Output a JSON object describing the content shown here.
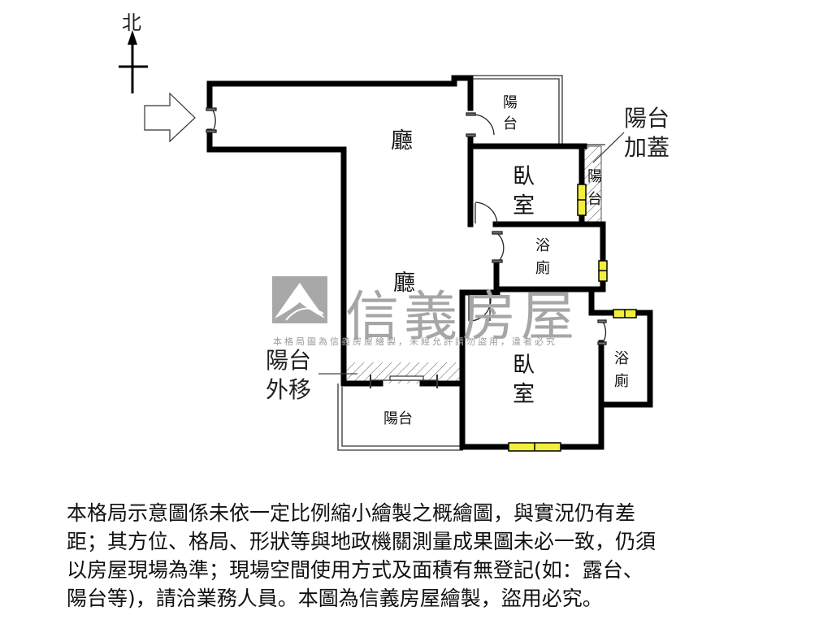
{
  "compass": {
    "label": "北",
    "icon": "north-arrow-icon"
  },
  "entry": {
    "icon": "entry-arrow-icon"
  },
  "rooms": {
    "living_upper": "廳",
    "living_lower": "廳",
    "balcony_north": "陽\n台",
    "bedroom_1": "臥\n室",
    "balcony_enclosed": "陽\n台",
    "bathroom_1": "浴\n廁",
    "bedroom_2": "臥\n室",
    "bathroom_2": "浴\n廁",
    "balcony_south": "陽台"
  },
  "callouts": {
    "balcony_addition": "陽台\n加蓋",
    "balcony_moved_out": "陽台\n外移"
  },
  "watermark": {
    "brand": "信義房屋",
    "notice": "本格局圖為信義房屋繪製，未經允許請勿盜用，違者必究"
  },
  "colors": {
    "wall": "#000000",
    "window": "#f2ef3c",
    "watermark": "#a6a6a6"
  },
  "disclaimer": {
    "lines": [
      "本格局示意圖係未依一定比例縮小繪製之概繪圖，與實況仍有差",
      "距；其方位、格局、形狀等與地政機關測量成果圖未必一致，仍須",
      "以房屋現場為準；現場空間使用方式及面積有無登記(如：露台、",
      "陽台等)，請洽業務人員。本圖為信義房屋繪製，盜用必究。"
    ]
  }
}
